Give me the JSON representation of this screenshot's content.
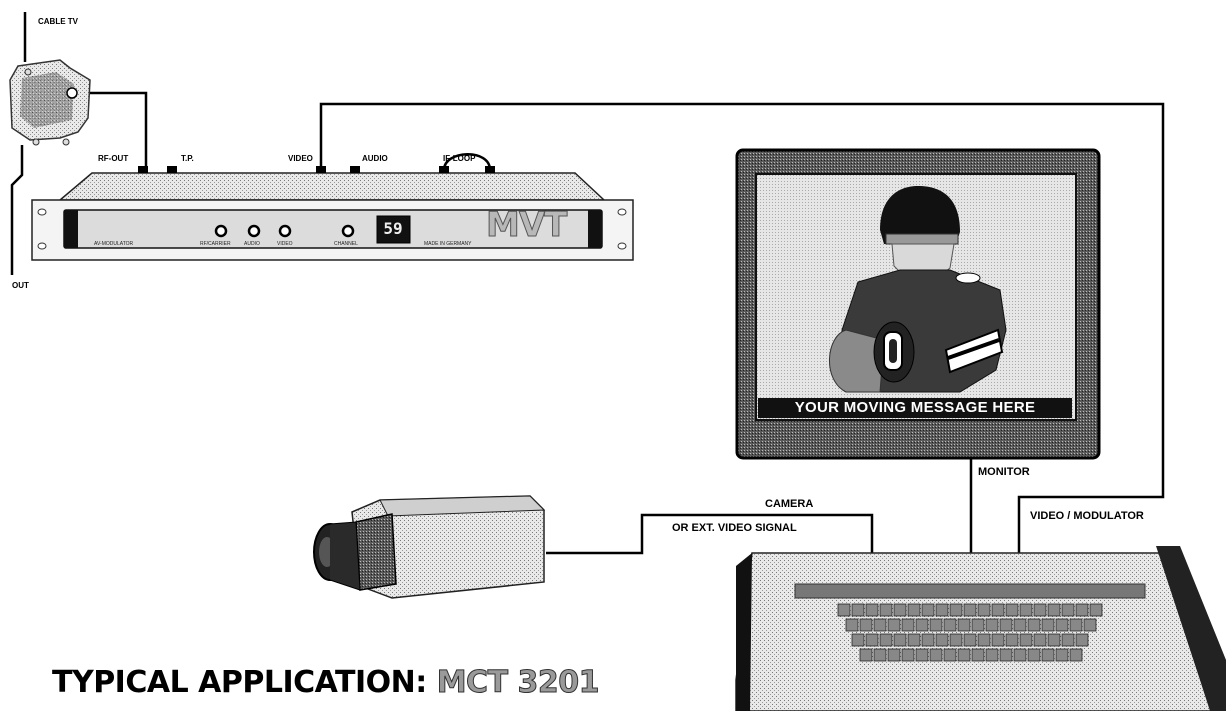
{
  "labels": {
    "cable_tv": "CABLE TV",
    "out": "OUT",
    "rf_out": "RF-OUT",
    "tp": "T.P.",
    "video": "VIDEO",
    "audio": "AUDIO",
    "if_loop": "IF-LOOP",
    "monitor": "MONITOR",
    "camera": "CAMERA",
    "ext_video": "OR EXT. VIDEO SIGNAL",
    "video_modulator": "VIDEO / MODULATOR"
  },
  "modulator": {
    "channel": "59",
    "brand": "MVT",
    "panel_labels": [
      "AV-MODULATOR",
      "RF/CARRIER",
      "AUDIO",
      "VIDEO",
      "CHANNEL",
      "MADE IN GERMANY"
    ]
  },
  "screen": {
    "message": "YOUR MOVING MESSAGE HERE"
  },
  "title": {
    "prefix": "TYPICAL APPLICATION:",
    "model": "MCT 3201"
  }
}
